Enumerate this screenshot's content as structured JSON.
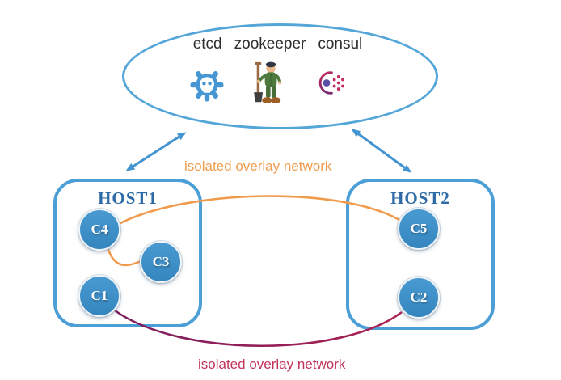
{
  "registry": {
    "services": [
      {
        "name": "etcd",
        "icon": "etcd-gear-logo"
      },
      {
        "name": "zookeeper",
        "icon": "zookeeper-mascot"
      },
      {
        "name": "consul",
        "icon": "consul-ring-logo"
      }
    ]
  },
  "hosts": [
    {
      "label": "HOST1",
      "containers": [
        {
          "label": "C4"
        },
        {
          "label": "C3"
        },
        {
          "label": "C1"
        }
      ]
    },
    {
      "label": "HOST2",
      "containers": [
        {
          "label": "C5"
        },
        {
          "label": "C2"
        }
      ]
    }
  ],
  "networks": [
    {
      "label": "isolated overlay network",
      "color": "#ef9c4d",
      "members": [
        "C4",
        "C3",
        "C5"
      ]
    },
    {
      "label": "isolated overlay network",
      "color": "#a8215a",
      "members": [
        "C1",
        "C2"
      ]
    }
  ],
  "colors": {
    "diagram_blue": "#4c9fd6",
    "arrow_blue": "#4394d0",
    "container_blue": "#3b8dc5",
    "host_label_blue": "#2e6ba6",
    "service_text": "#2e2e2e",
    "overlay_orange": "#f09a4b",
    "overlay_crimson": "#a8215a"
  }
}
